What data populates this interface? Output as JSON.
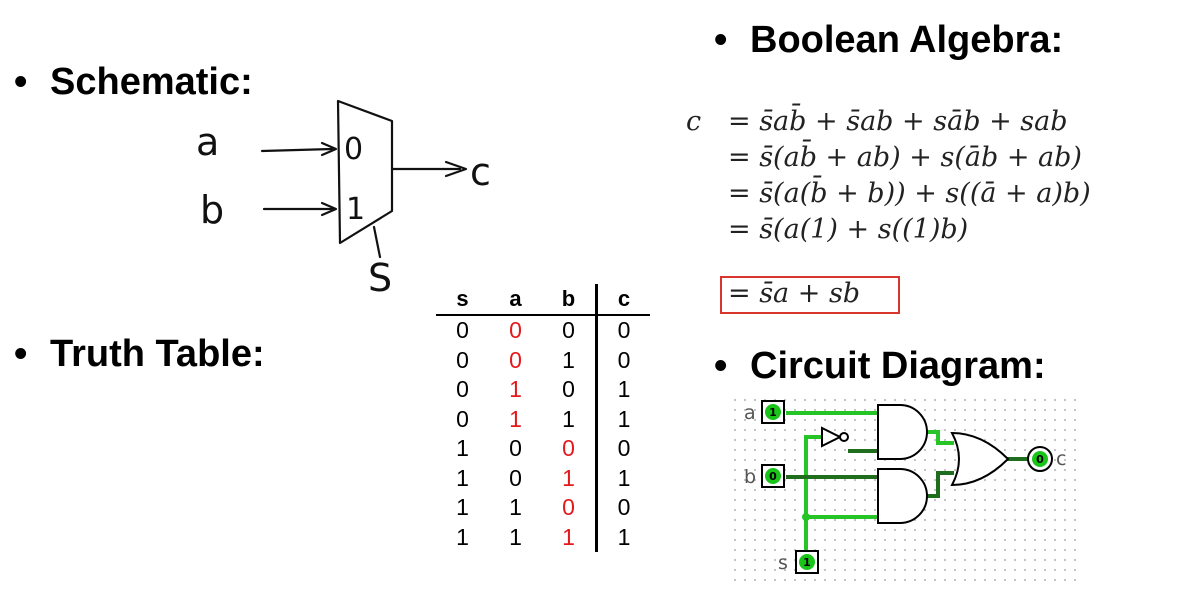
{
  "bullets": {
    "schematic": "Schematic:",
    "truth_table": "Truth Table:",
    "boolean_algebra": "Boolean Algebra:",
    "circuit_diagram": "Circuit Diagram:",
    "bullet_char": "•"
  },
  "schematic": {
    "input_a": "a",
    "input_b": "b",
    "output_c": "c",
    "select_s": "S",
    "mux_in0": "0",
    "mux_in1": "1"
  },
  "truth_table": {
    "headers": [
      "s",
      "a",
      "b",
      "c"
    ],
    "rows": [
      [
        "0",
        "0",
        "0",
        "0"
      ],
      [
        "0",
        "0",
        "1",
        "0"
      ],
      [
        "0",
        "1",
        "0",
        "1"
      ],
      [
        "0",
        "1",
        "1",
        "1"
      ],
      [
        "1",
        "0",
        "0",
        "0"
      ],
      [
        "1",
        "0",
        "1",
        "1"
      ],
      [
        "1",
        "1",
        "0",
        "0"
      ],
      [
        "1",
        "1",
        "1",
        "1"
      ]
    ],
    "highlight_color": "#e31a1c"
  },
  "algebra": {
    "lhs": "c",
    "lines": [
      "= s̄ab̄ + s̄ab + sāb + sab",
      "= s̄(ab̄ + ab) + s(āb + ab)",
      "= s̄(a(b̄ + b)) + s((ā + a)b)",
      "= s̄(a(1) + s((1)b)",
      "= s̄a + sb"
    ],
    "box_color": "#d8362c"
  },
  "circuit": {
    "pin_a_label": "a",
    "pin_b_label": "b",
    "pin_s_label": "s",
    "pin_c_label": "c",
    "pin_a_value": "1",
    "pin_b_value": "0",
    "pin_s_value": "1",
    "pin_c_value": "0",
    "wire_color": "#26c426",
    "pin_color": "#19c519"
  }
}
